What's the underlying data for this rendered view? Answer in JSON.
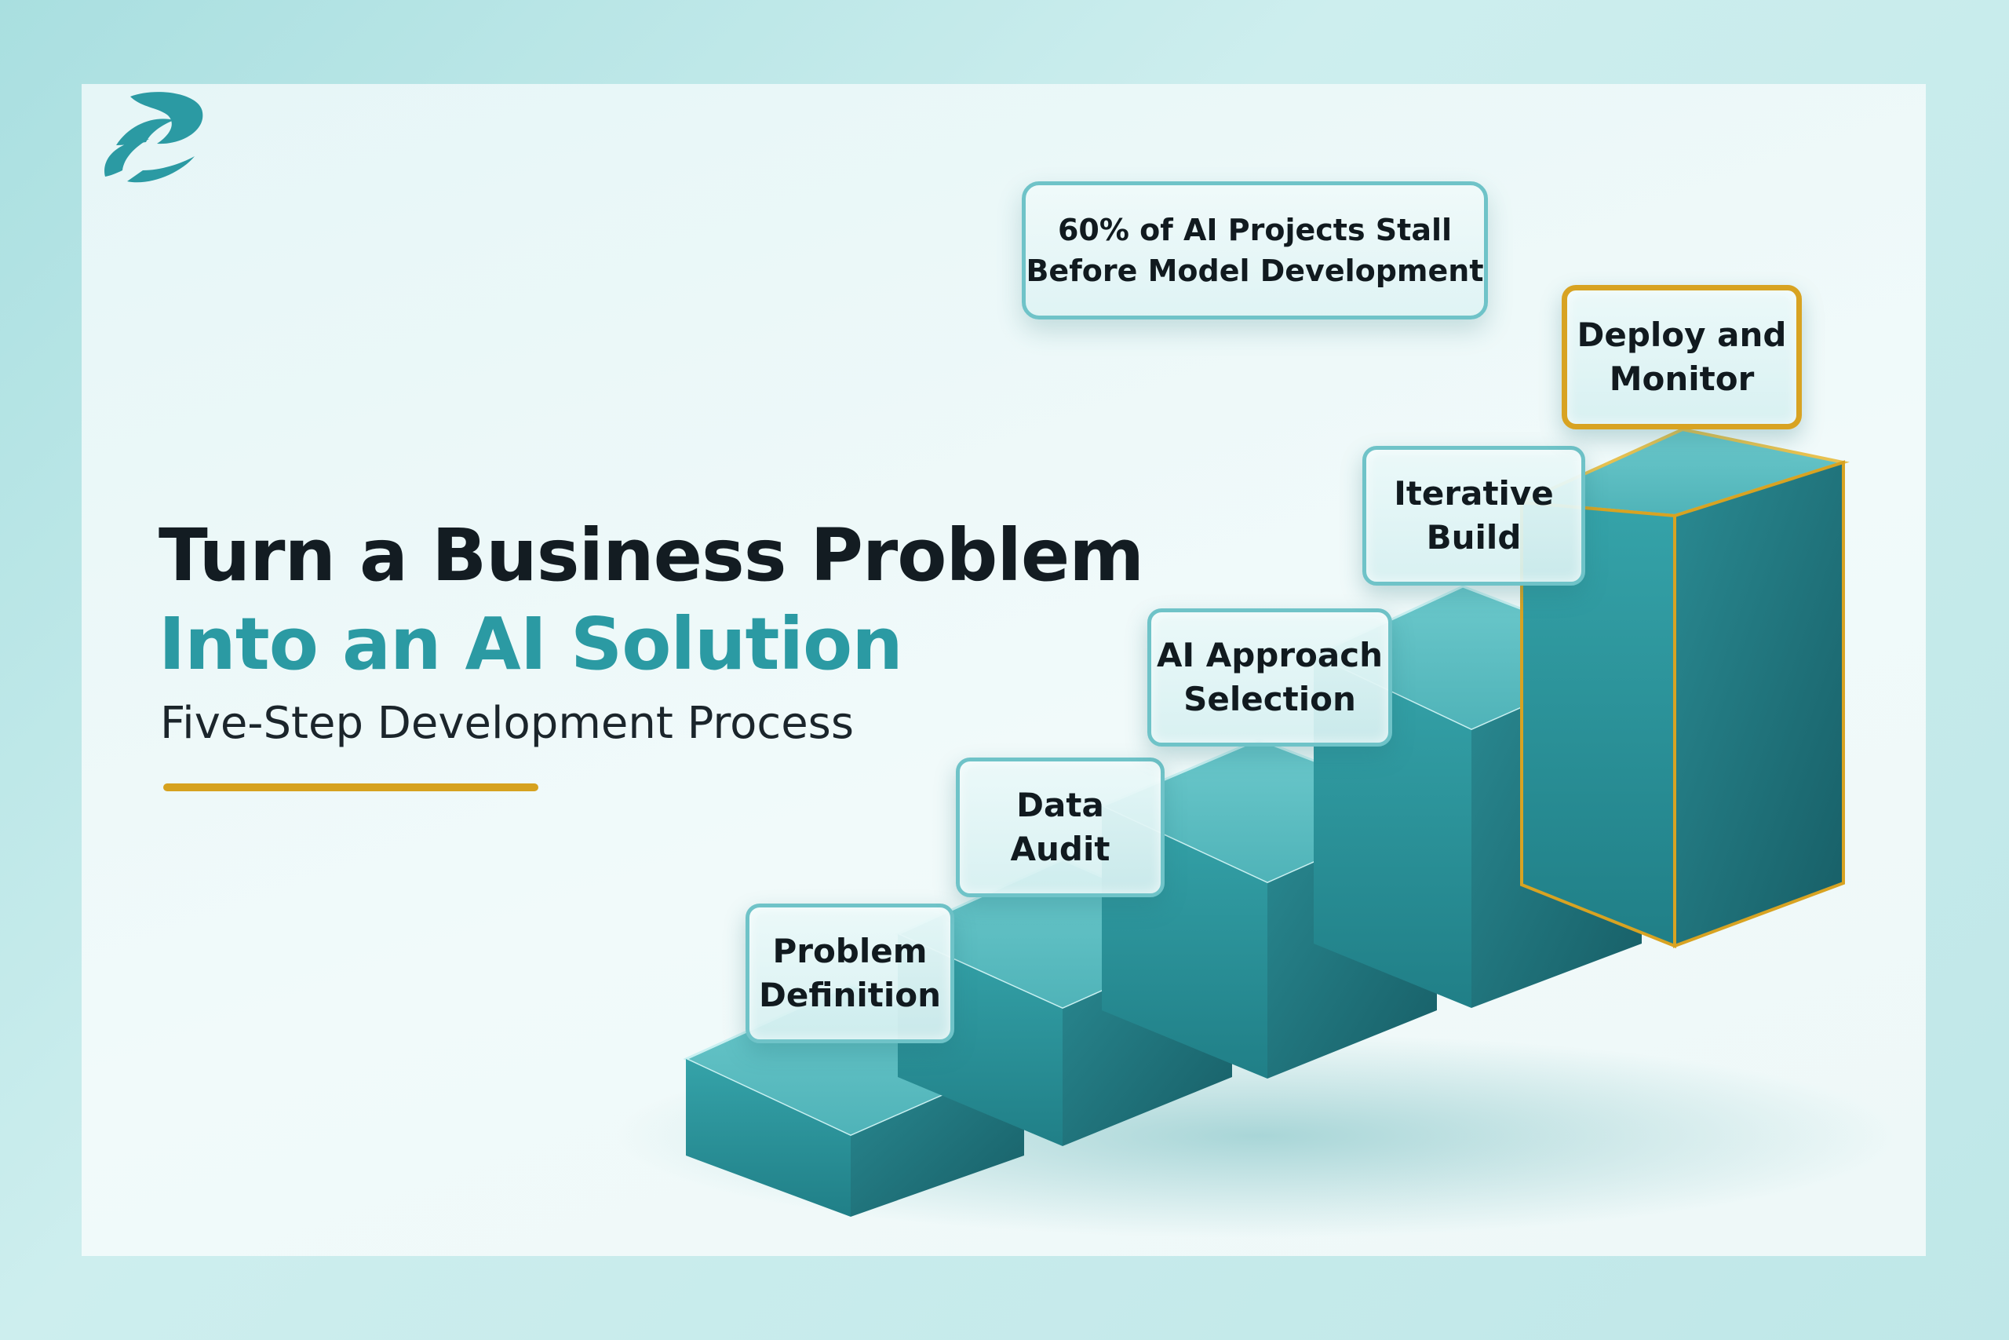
{
  "headline": {
    "line1": "Turn a Business Problem",
    "line2": "Into an AI Solution",
    "subtitle": "Five-Step Development Process"
  },
  "callout": "60% of AI Projects Stall\nBefore Model Development",
  "steps": [
    {
      "label": "Problem\nDefinition",
      "highlight": false
    },
    {
      "label": "Data\nAudit",
      "highlight": false
    },
    {
      "label": "AI Approach\nSelection",
      "highlight": false
    },
    {
      "label": "Iterative\nBuild",
      "highlight": false
    },
    {
      "label": "Deploy and\nMonitor",
      "highlight": true
    }
  ],
  "colors": {
    "accent": "#2b9aa3",
    "highlight": "#d8a322",
    "heading": "#131c22",
    "block_top": "#56bcc0",
    "block_front": "#2a8e95",
    "block_side": "#1e6e76"
  },
  "icons": [
    "company-logo-icon"
  ]
}
